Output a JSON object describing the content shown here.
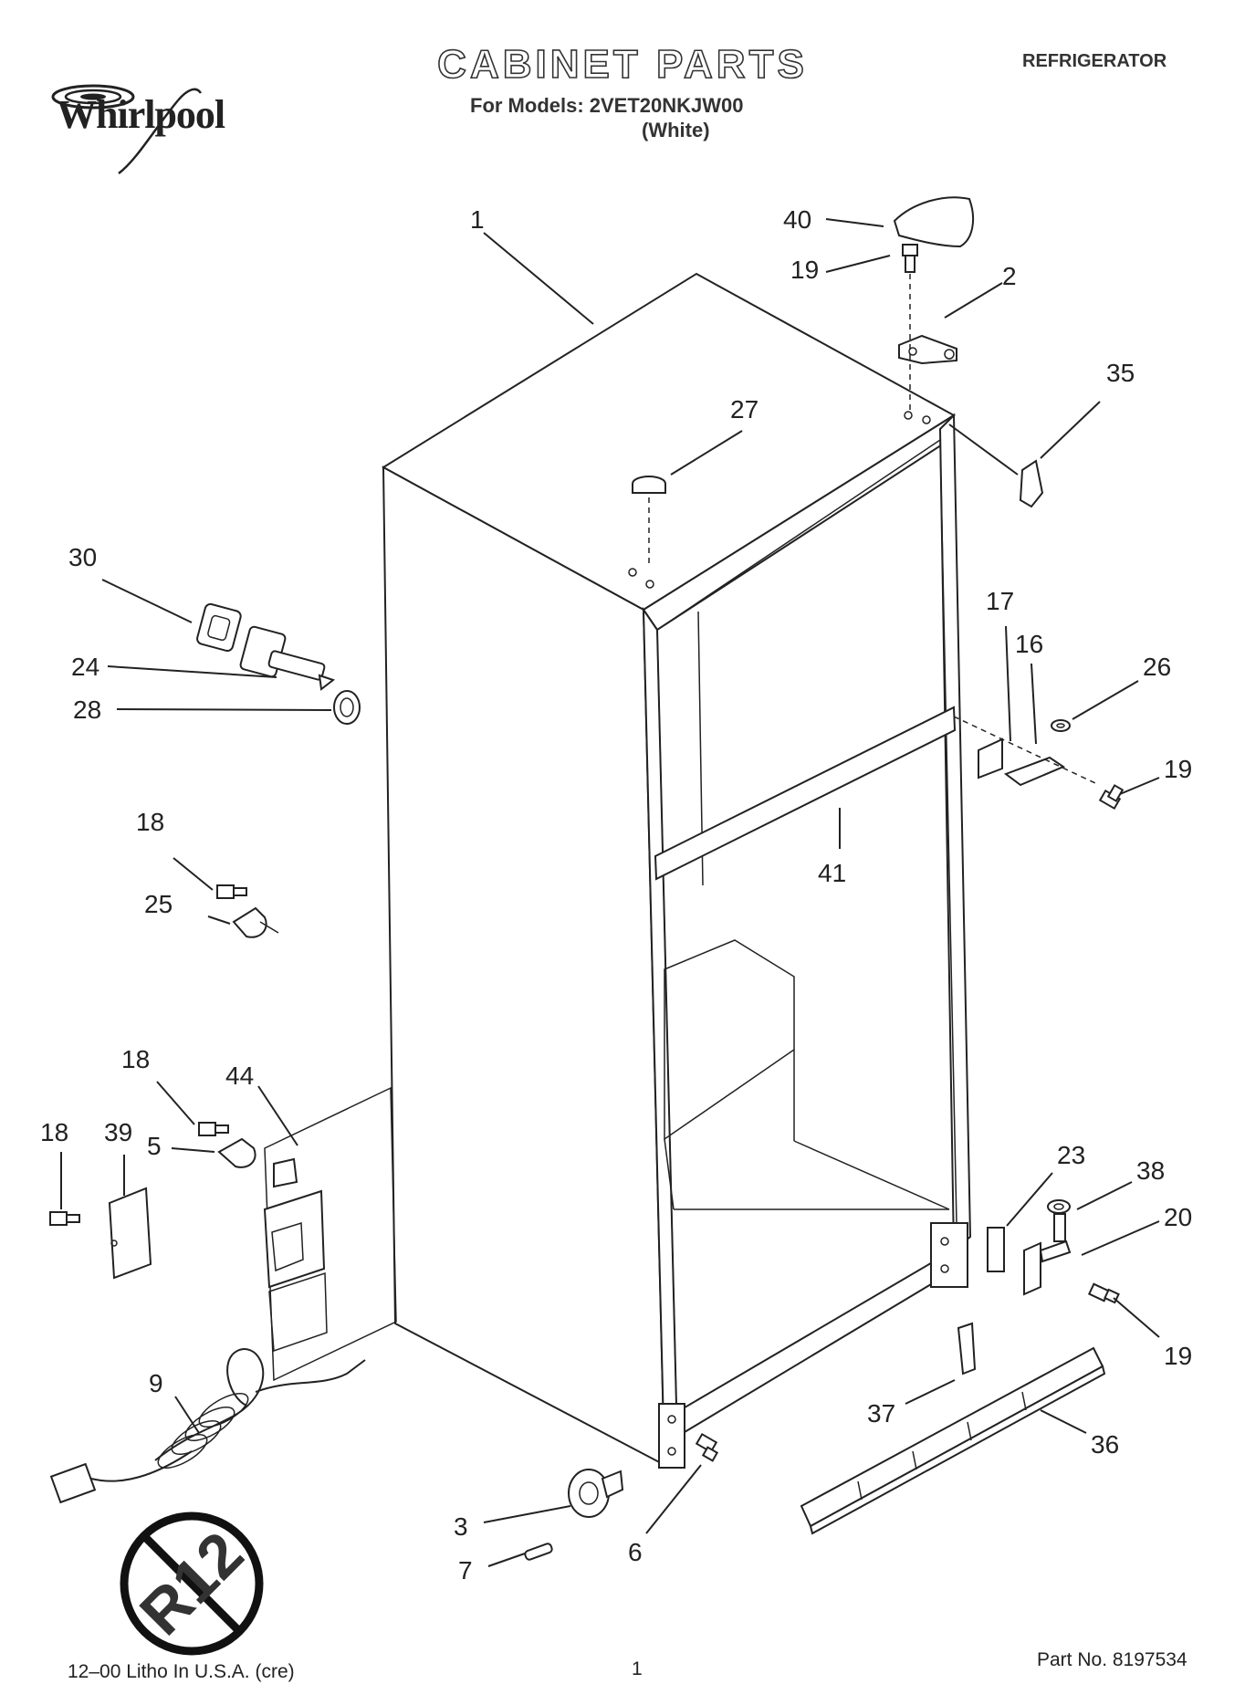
{
  "brand": "Whirlpool",
  "title": "CABINET PARTS",
  "models_line": "For Models: 2VET20NKJW00",
  "color_line": "(White)",
  "appliance": "REFRIGERATOR",
  "footer": {
    "litho": "12–00 Litho In U.S.A. (cre)",
    "page": "1",
    "part_no": "Part No. 8197534"
  },
  "badge_text": "R12",
  "callouts": [
    {
      "id": "c1",
      "label": "1"
    },
    {
      "id": "c40",
      "label": "40"
    },
    {
      "id": "c19a",
      "label": "19"
    },
    {
      "id": "c2",
      "label": "2"
    },
    {
      "id": "c35",
      "label": "35"
    },
    {
      "id": "c27",
      "label": "27"
    },
    {
      "id": "c30",
      "label": "30"
    },
    {
      "id": "c24",
      "label": "24"
    },
    {
      "id": "c28",
      "label": "28"
    },
    {
      "id": "c17",
      "label": "17"
    },
    {
      "id": "c16",
      "label": "16"
    },
    {
      "id": "c26",
      "label": "26"
    },
    {
      "id": "c19b",
      "label": "19"
    },
    {
      "id": "c41",
      "label": "41"
    },
    {
      "id": "c18a",
      "label": "18"
    },
    {
      "id": "c25",
      "label": "25"
    },
    {
      "id": "c18b",
      "label": "18"
    },
    {
      "id": "c44",
      "label": "44"
    },
    {
      "id": "c18c",
      "label": "18"
    },
    {
      "id": "c39",
      "label": "39"
    },
    {
      "id": "c5",
      "label": "5"
    },
    {
      "id": "c23",
      "label": "23"
    },
    {
      "id": "c38",
      "label": "38"
    },
    {
      "id": "c20",
      "label": "20"
    },
    {
      "id": "c19c",
      "label": "19"
    },
    {
      "id": "c9",
      "label": "9"
    },
    {
      "id": "c37",
      "label": "37"
    },
    {
      "id": "c36",
      "label": "36"
    },
    {
      "id": "c3",
      "label": "3"
    },
    {
      "id": "c7",
      "label": "7"
    },
    {
      "id": "c6",
      "label": "6"
    }
  ]
}
